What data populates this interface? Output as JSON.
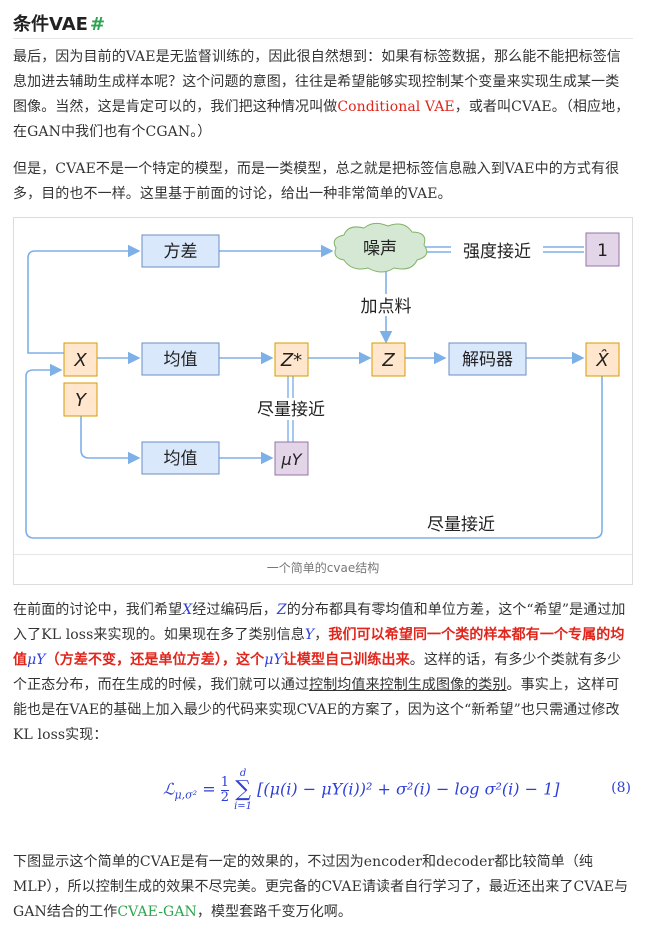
{
  "heading": {
    "title": "条件VAE",
    "anchor": "#"
  },
  "para1": {
    "t1": "最后，因为目前的VAE是无监督训练的，因此很自然想到：如果有标签数据，那么能不能把标签信息加进去辅助生成样本呢？这个问题的意图，往往是希望能够实现控制某个变量来实现生成某一类图像。当然，这是肯定可以的，我们把这种情况叫做",
    "link": "Conditional VAE",
    "t2": "，或者叫CVAE。（相应地，在GAN中我们也有个CGAN。）"
  },
  "para2": "但是，CVAE不是一个特定的模型，而是一类模型，总之就是把标签信息融入到VAE中的方式有很多，目的也不一样。这里基于前面的讨论，给出一种非常简单的VAE。",
  "diagram": {
    "variance": "方差",
    "noise": "噪声",
    "strength_close": "强度接近",
    "one": "1",
    "add_noise": "加点料",
    "x": "X",
    "mean1": "均值",
    "zstar": "Z*",
    "z": "Z",
    "decoder": "解码器",
    "xhat": "X̂",
    "y": "Y",
    "close_mid": "尽量接近",
    "mean2": "均值",
    "muy": "μY",
    "close_bottom": "尽量接近",
    "caption": "一个简单的cvae结构",
    "colors": {
      "box_blue": "#dae8fc",
      "box_blue_border": "#6c8ebf",
      "box_orange": "#ffe6cc",
      "box_orange_border": "#d79b00",
      "box_purple": "#e1d5e7",
      "box_purple_border": "#9673a6",
      "cloud": "#d5e8d4",
      "arrow": "#7eb0e8"
    }
  },
  "para3": {
    "t1": "在前面的讨论中，我们希望",
    "x": "X",
    "t2": "经过编码后，",
    "z": "Z",
    "t3": "的分布都具有零均值和单位方差，这个“希望”是通过加入了KL loss来实现的。如果现在多了类别信息",
    "y": "Y",
    "t4": "，",
    "emph1": "我们可以希望同一个类的样本都有一个专属的均值",
    "mu": "μY",
    "emph2": "（方差不变，还是单位方差），这个",
    "mu2": "μY",
    "emph3": "让模型自己训练出来",
    "t5": "。这样的话，有多少个类就有多少个正态分布，而在生成的时候，我们就可以通过",
    "ul": "控制均值来控制生成图像的类别",
    "t6": "。事实上，这样可能也是在VAE的基础上加入最少的代码来实现CVAE的方案了，因为这个“新希望”也只需通过修改KL loss实现："
  },
  "equation": {
    "lhs": "ℒ",
    "lhs_sub": "μ,σ²",
    "eq": "=",
    "frac_num": "1",
    "frac_den": "2",
    "sum_top": "d",
    "sum_bot": "i=1",
    "body": "[(μ(i) − μY(i))² + σ²(i) − log σ²(i) − 1]",
    "number": "(8)"
  },
  "para4": {
    "t1": "下图显示这个简单的CVAE是有一定的效果的，不过因为encoder和decoder都比较简单（纯MLP），所以控制生成的效果不尽完美。更完备的CVAE请读者自行学习了，最近还出来了CVAE与GAN结合的工作",
    "link": "CVAE-GAN",
    "t2": "，模型套路千变万化啊。"
  }
}
